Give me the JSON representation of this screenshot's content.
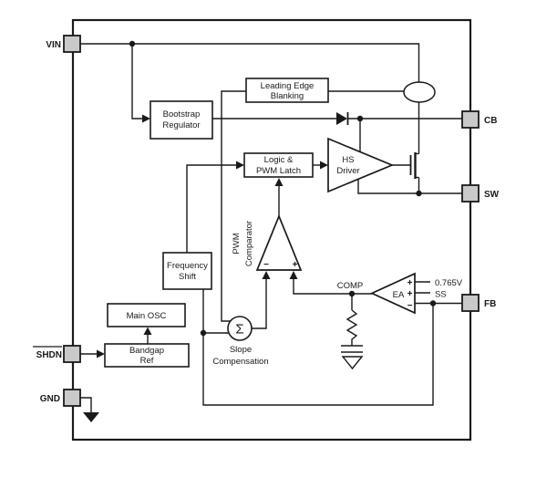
{
  "pins": {
    "vin": {
      "label": "VIN"
    },
    "shdn": {
      "label": "SHDN",
      "overline": true
    },
    "gnd": {
      "label": "GND"
    },
    "cb": {
      "label": "CB"
    },
    "sw": {
      "label": "SW"
    },
    "fb": {
      "label": "FB"
    }
  },
  "blocks": {
    "leading_edge_blanking": {
      "line1": "Leading Edge",
      "line2": "Blanking"
    },
    "bootstrap_regulator": {
      "line1": "Bootstrap",
      "line2": "Regulator"
    },
    "logic_pwm_latch": {
      "line1": "Logic &",
      "line2": "PWM Latch"
    },
    "hs_driver": {
      "line1": "HS",
      "line2": "Driver"
    },
    "frequency_shift": {
      "line1": "Frequency",
      "line2": "Shift"
    },
    "main_osc": {
      "label": "Main OSC"
    },
    "bandgap_ref": {
      "line1": "Bandgap",
      "line2": "Ref"
    },
    "pwm_comparator": {
      "line1": "PWM",
      "line2": "Comparator"
    },
    "slope_compensation": {
      "line1": "Slope",
      "line2": "Compensation"
    },
    "error_amplifier": {
      "label": "EA"
    }
  },
  "net_labels": {
    "comp": "COMP",
    "vref": "0.765V",
    "soft_start": "SS"
  },
  "symbols": {
    "sigma": "Σ",
    "plus": "+",
    "minus": "−"
  },
  "colors": {
    "line": "#1a1a1a",
    "pad_fill": "#c9c9c9",
    "background": "#ffffff"
  }
}
